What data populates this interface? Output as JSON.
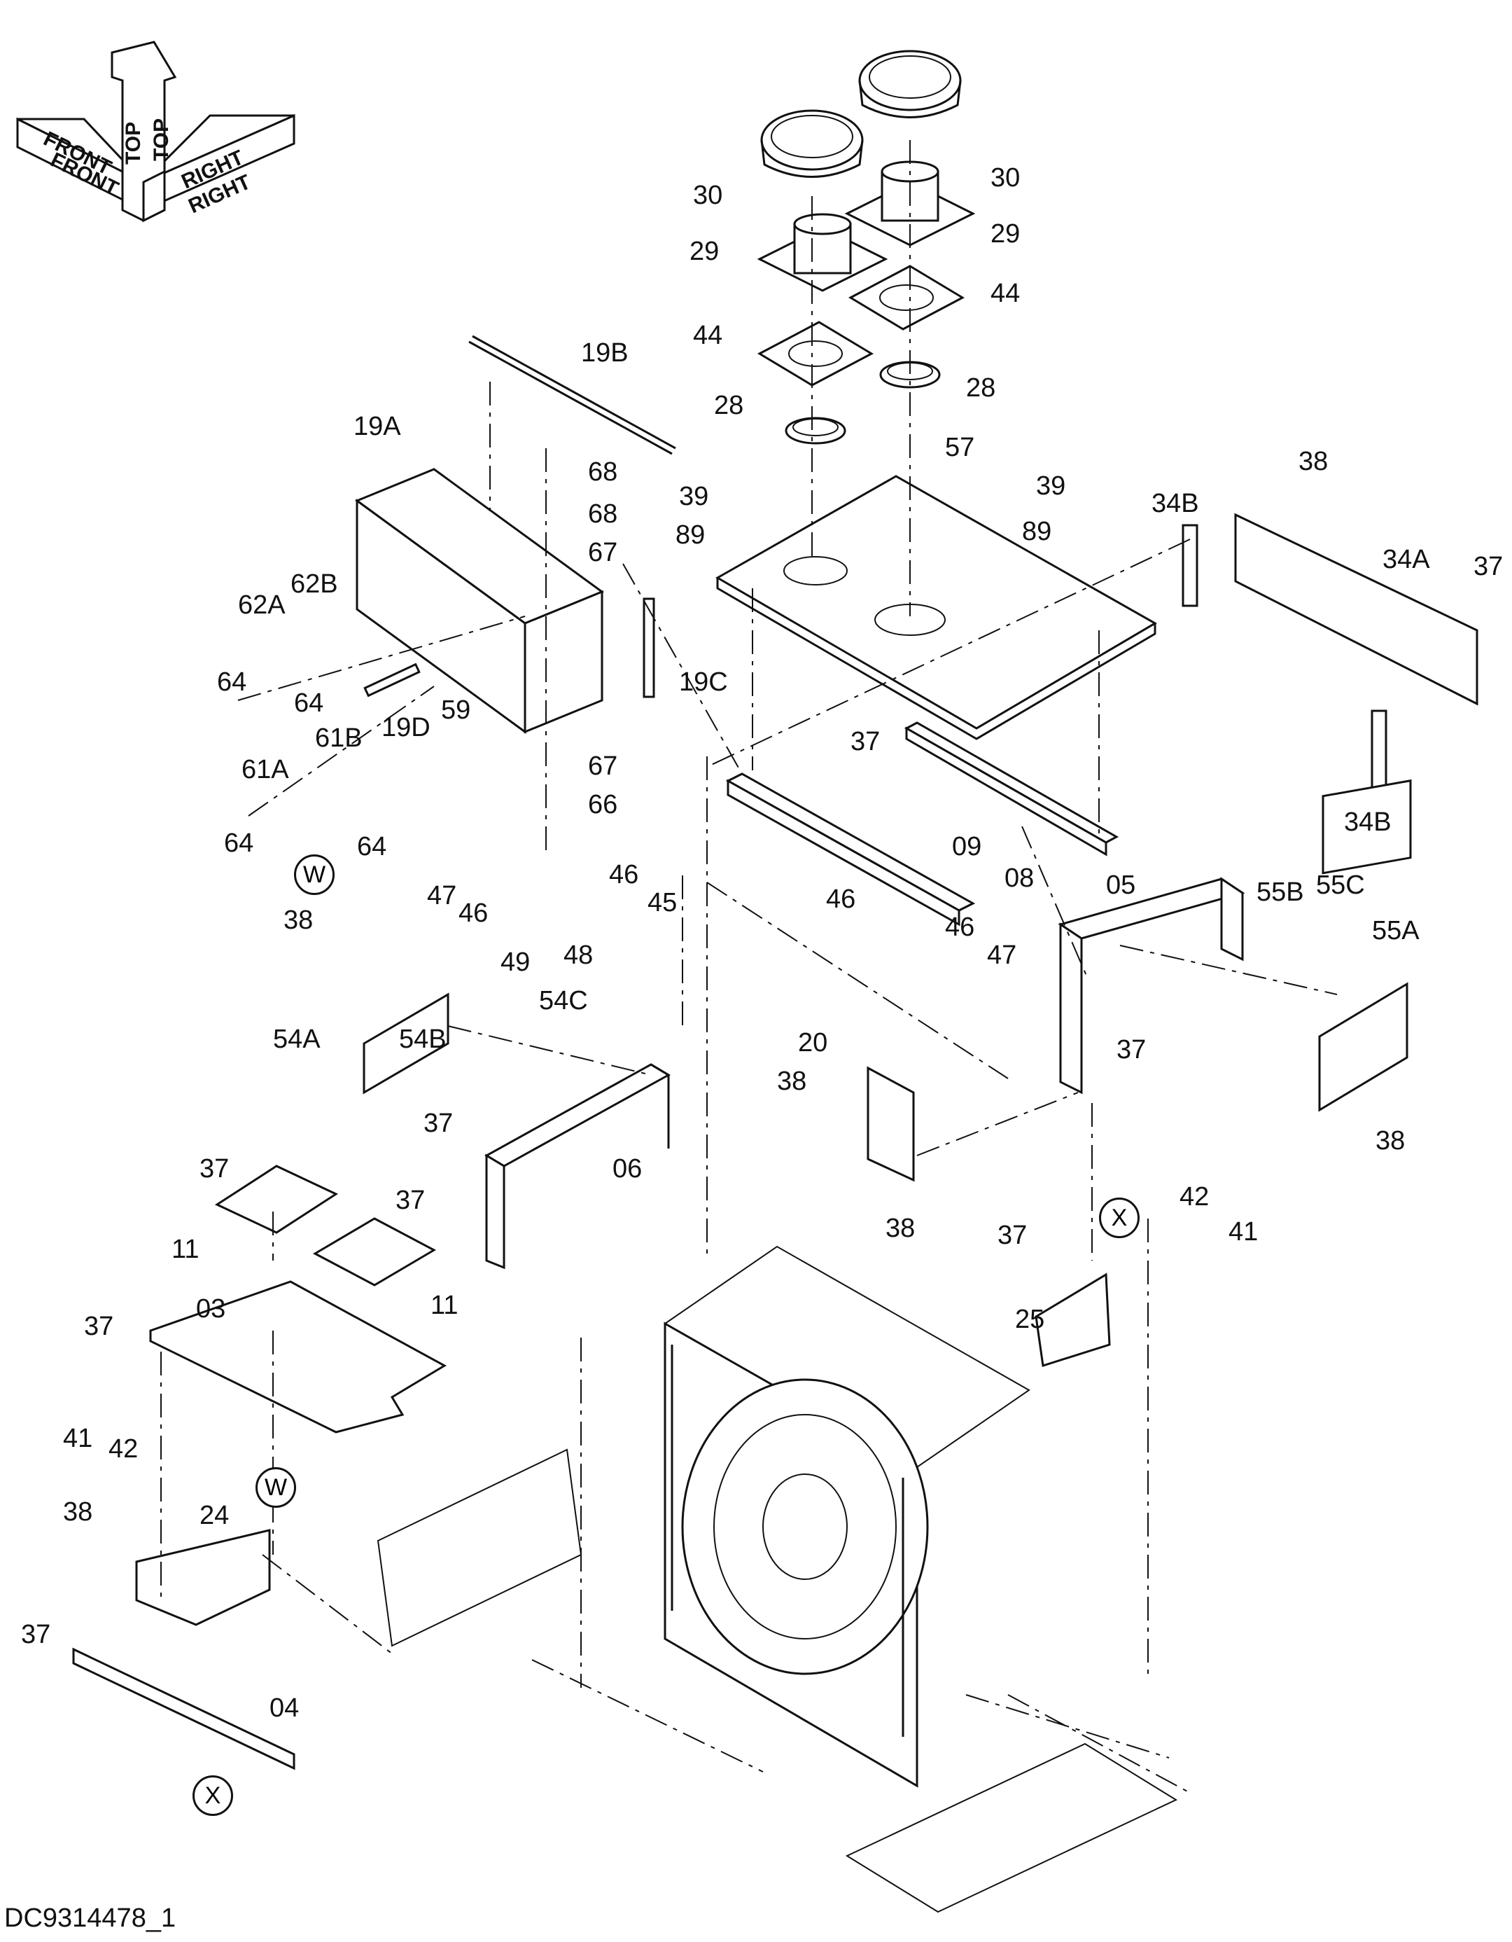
{
  "orientation": {
    "front": "FRONT",
    "top": "TOP",
    "right": "RIGHT"
  },
  "drawing_id": "DC9314478_1",
  "callouts": [
    "19B",
    "19A",
    "68",
    "68",
    "67",
    "30",
    "30",
    "29",
    "29",
    "44",
    "44",
    "28",
    "28",
    "57",
    "39",
    "89",
    "39",
    "89",
    "34B",
    "38",
    "34A",
    "37",
    "62B",
    "62A",
    "64",
    "64",
    "59",
    "19D",
    "19C",
    "61B",
    "61A",
    "64",
    "64",
    "67",
    "66",
    "37",
    "09",
    "08",
    "34B",
    "47",
    "46",
    "46",
    "45",
    "49",
    "48",
    "46",
    "46",
    "47",
    "05",
    "55B",
    "55C",
    "55A",
    "38",
    "54C",
    "54A",
    "54B",
    "20",
    "38",
    "37",
    "37",
    "06",
    "38",
    "38",
    "37",
    "11",
    "37",
    "11",
    "03",
    "37",
    "X",
    "42",
    "41",
    "37",
    "25",
    "41",
    "42",
    "38",
    "24",
    "37",
    "04"
  ],
  "reference_marks": [
    "W",
    "W",
    "X",
    "X"
  ]
}
